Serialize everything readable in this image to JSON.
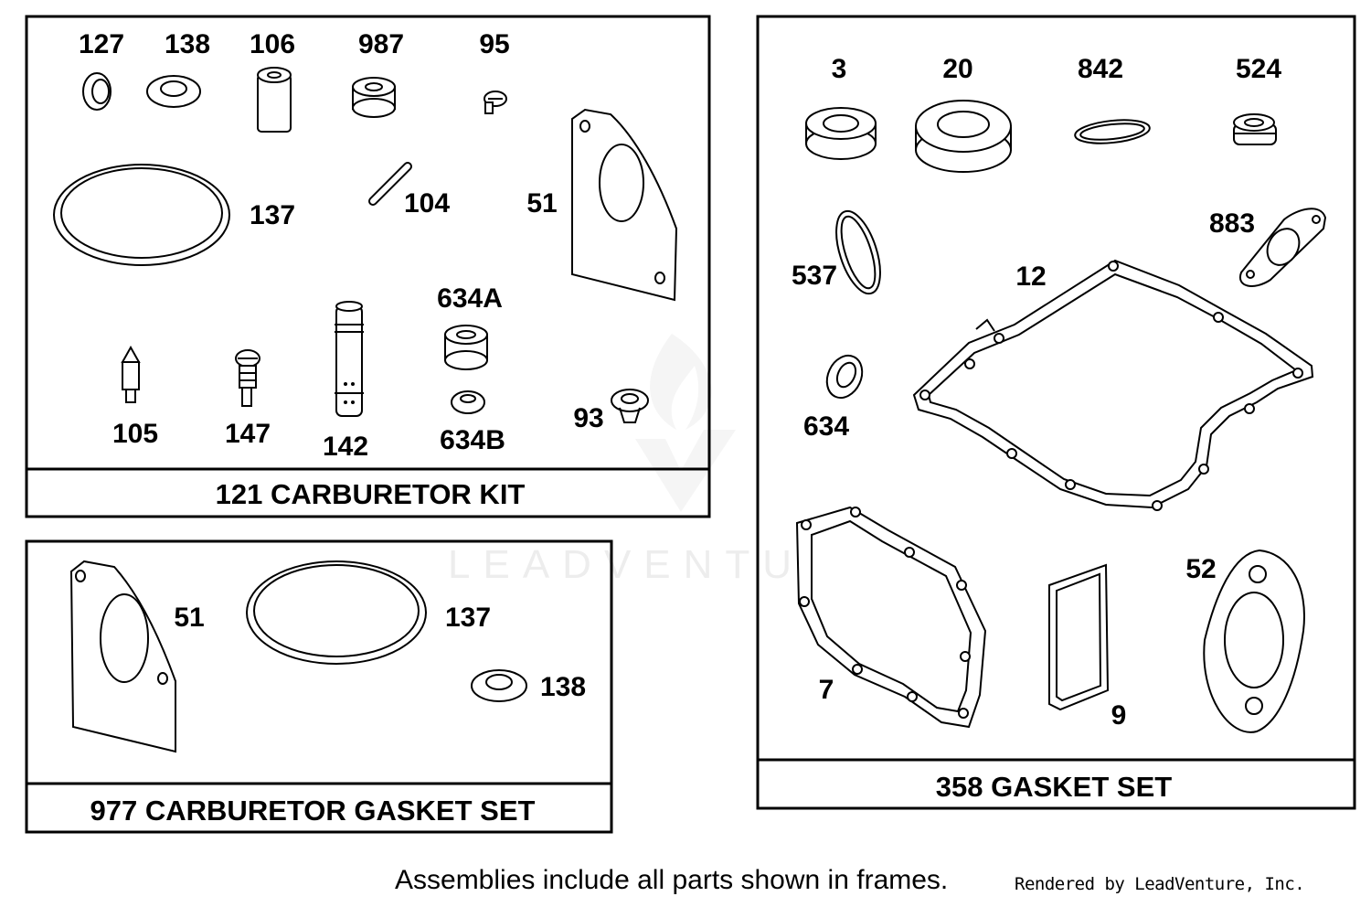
{
  "frames": {
    "carb_kit": {
      "title": "121 CARBURETOR KIT",
      "labels": {
        "p127": "127",
        "p138": "138",
        "p106": "106",
        "p987": "987",
        "p95": "95",
        "p137": "137",
        "p104": "104",
        "p51": "51",
        "p634A": "634A",
        "p105": "105",
        "p147": "147",
        "p142": "142",
        "p634B": "634B",
        "p93": "93"
      }
    },
    "carb_gasket": {
      "title": "977 CARBURETOR GASKET SET",
      "labels": {
        "p51": "51",
        "p137": "137",
        "p138": "138"
      }
    },
    "gasket_set": {
      "title": "358 GASKET SET",
      "labels": {
        "p3": "3",
        "p20": "20",
        "p842": "842",
        "p524": "524",
        "p537": "537",
        "p12": "12",
        "p883": "883",
        "p634": "634",
        "p52": "52",
        "p7": "7",
        "p9": "9"
      }
    }
  },
  "watermark": "LEADVENTURE",
  "footer": {
    "note": "Assemblies include all parts shown in frames.",
    "credit": "Rendered by LeadVenture, Inc."
  }
}
